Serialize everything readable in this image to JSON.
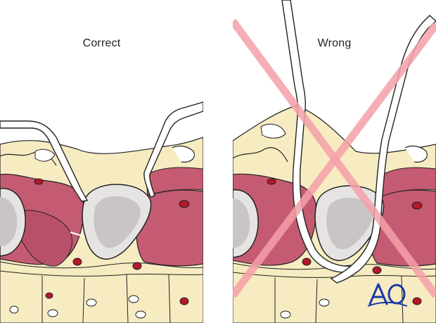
{
  "panels": {
    "correct": {
      "label": "Correct"
    },
    "wrong": {
      "label": "Wrong"
    }
  },
  "logo": {
    "text": "AO"
  },
  "colors": {
    "fat": "#f7ecc1",
    "muscle": "#c45b72",
    "muscle_dark": "#a84660",
    "bone_outer": "#e6e3e3",
    "bone_inner": "#c9c5c5",
    "vessel": "#b6172b",
    "instrument": "#ffffff",
    "outline": "#222222",
    "cross": "#f4a0a8",
    "logo": "#1a3aa8"
  }
}
